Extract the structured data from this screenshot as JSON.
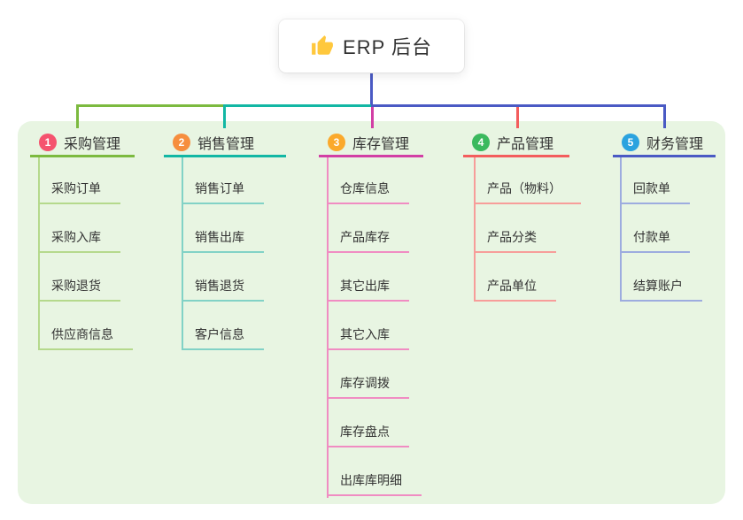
{
  "root": {
    "label": "ERP 后台",
    "icon": "thumbs-up-icon",
    "icon_color": "#ffc83d"
  },
  "panel_background": "#e8f5e2",
  "root_line_color": "#4a5ac4",
  "branches": [
    {
      "badge": "1",
      "label": "采购管理",
      "badge_color": "#f5536e",
      "line_color": "#7cba3f",
      "child_line_color": "#b5d98c",
      "children": [
        "采购订单",
        "采购入库",
        "采购退货",
        "供应商信息"
      ]
    },
    {
      "badge": "2",
      "label": "销售管理",
      "badge_color": "#f68e3e",
      "line_color": "#12b7a4",
      "child_line_color": "#82d2c6",
      "children": [
        "销售订单",
        "销售出库",
        "销售退货",
        "客户信息"
      ]
    },
    {
      "badge": "3",
      "label": "库存管理",
      "badge_color": "#fba92c",
      "line_color": "#d23fa5",
      "child_line_color": "#f08cc2",
      "children": [
        "仓库信息",
        "产品库存",
        "其它出库",
        "其它入库",
        "库存调拨",
        "库存盘点",
        "出库库明细"
      ]
    },
    {
      "badge": "4",
      "label": "产品管理",
      "badge_color": "#3bb95e",
      "line_color": "#f35d5d",
      "child_line_color": "#f79d9a",
      "children": [
        "产品（物料）",
        "产品分类",
        "产品单位"
      ]
    },
    {
      "badge": "5",
      "label": "财务管理",
      "badge_color": "#2ba3df",
      "line_color": "#4a5ac4",
      "child_line_color": "#9dacdf",
      "children": [
        "回款单",
        "付款单",
        "结算账户"
      ]
    }
  ]
}
